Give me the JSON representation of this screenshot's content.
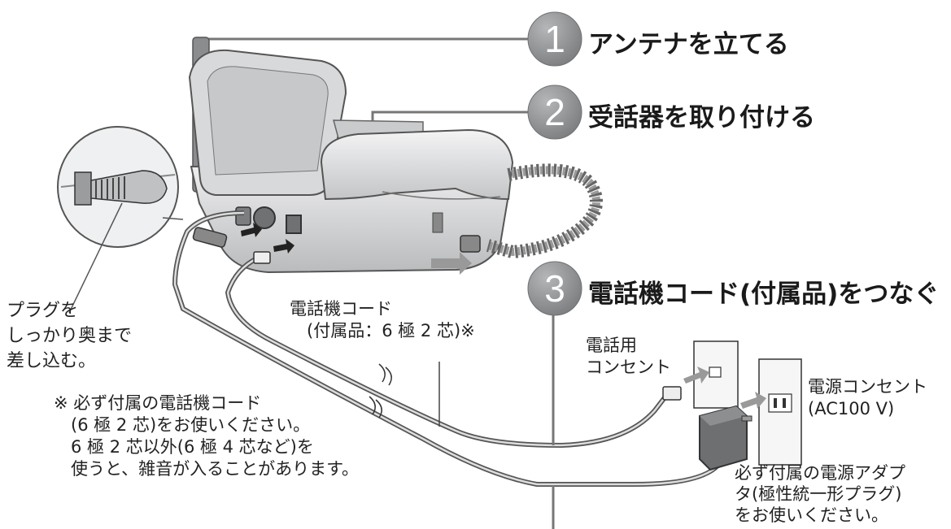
{
  "steps": [
    {
      "number": "1",
      "label": "アンテナを立てる"
    },
    {
      "number": "2",
      "label": "受話器を取り付ける"
    },
    {
      "number": "3",
      "label": "電話機コード(付属品)をつなぐ"
    }
  ],
  "labels": {
    "plug_insert": "プラグを\nしっかり奥まで\n差し込む。",
    "phone_cord": "電話機コード\n　(付属品：6 極 2 芯)※",
    "phone_outlet": "電話用\nコンセント",
    "power_outlet": "電源コンセント\n(AC100 V)",
    "adapter_note": "必ず付属の電源アダプ\nタ(極性統一形プラグ)\nをお使いください。",
    "footnote": "※ 必ず付属の電話機コード\n　(6 極 2 芯)をお使いください。\n　6 極 2 芯以外(6 極 4 芯など)を\n　使うと、雑音が入ることがあります。"
  },
  "colors": {
    "step_circle": "#8f9193",
    "device_body": "#d9dadb",
    "device_dark": "#a9abad",
    "cord": "#555759"
  }
}
